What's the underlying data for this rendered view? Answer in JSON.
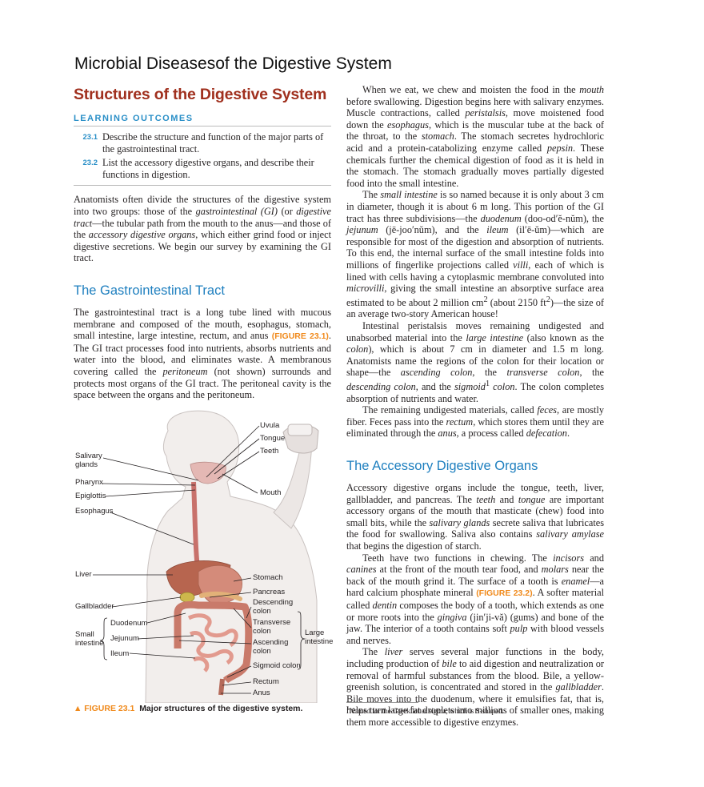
{
  "running_head": "Microbial Diseasesof the Digestive System",
  "section_title": "Structures of the Digestive System",
  "learning_outcomes": {
    "heading": "LEARNING OUTCOMES",
    "items": [
      {
        "num": "23.1",
        "text": "Describe the structure and function of the major parts of the gastrointestinal tract."
      },
      {
        "num": "23.2",
        "text": "List the accessory digestive organs, and describe their functions in digestion."
      }
    ]
  },
  "intro": {
    "t1": "Anatomists often divide the structures of the digestive system into two groups: those of the ",
    "e1": "gastrointestinal (GI)",
    "t2": " (or ",
    "e2": "digestive tract",
    "t3": "—the tubular path from the mouth to the anus—and those of the ",
    "e3": "accessory digestive organs",
    "t4": ", which either grind food or inject digestive secretions. We begin our survey by examining the GI tract."
  },
  "gi_heading": "The Gastrointestinal Tract",
  "gi_para": {
    "t1": "The gastrointestinal tract is a long tube lined with mucous membrane and composed of the mouth, esophagus, stomach, small intestine, large intestine, rectum, and anus ",
    "ref": "(FIGURE 23.1)",
    "t2": ". The GI tract processes food into nutrients, absorbs nutrients and water into the blood, and eliminates waste. A membranous covering called the ",
    "e1": "peritoneum",
    "t3": " (not shown) surrounds and protects most organs of the GI tract. The peritoneal cavity is the space between the organs and the peritoneum."
  },
  "figure": {
    "labels": {
      "uvula": "Uvula",
      "tongue": "Tongue",
      "teeth": "Teeth",
      "salivary1": "Salivary",
      "salivary2": "glands",
      "pharynx": "Pharynx",
      "epiglottis": "Epiglottis",
      "mouth": "Mouth",
      "esophagus": "Esophagus",
      "liver": "Liver",
      "stomach": "Stomach",
      "pancreas": "Pancreas",
      "gallbladder": "Gallbladder",
      "descending1": "Descending",
      "descending2": "colon",
      "duodenum": "Duodenum",
      "transverse1": "Transverse",
      "transverse2": "colon",
      "small1": "Small",
      "small2": "intestine",
      "jejunum": "Jejunum",
      "large1": "Large",
      "large2": "intestine",
      "ascending1": "Ascending",
      "ascending2": "colon",
      "ileum": "Ileum",
      "sigmoid": "Sigmoid colon",
      "rectum": "Rectum",
      "anus": "Anus"
    },
    "caption_num": "▲ FIGURE 23.1",
    "caption_text": "Major structures of the digestive system."
  },
  "right": {
    "p1": {
      "t1": "When we eat, we chew and moisten the food in the ",
      "e1": "mouth",
      "t2": " before swallowing. Digestion begins here with salivary enzymes. Muscle contractions, called ",
      "e2": "peristalsis",
      "t3": ", move moistened food down the ",
      "e3": "esophagus",
      "t4": ", which is the muscular tube at the back of the throat, to the ",
      "e4": "stomach",
      "t5": ". The stomach secretes hydrochloric acid and a protein-catabolizing enzyme called ",
      "e5": "pepsin",
      "t6": ". These chemicals further the chemical digestion of food as it is held in the stomach. The stomach gradually moves partially digested food into the small intestine."
    },
    "p2": {
      "t1": "The ",
      "e1": "small intestine",
      "t2": " is so named because it is only about 3 cm in diameter, though it is about 6 m long. This portion of the GI tract has three subdivisions—the ",
      "e2": "duodenum",
      "t3": " (doo-od′ĕ-nŭm), the ",
      "e3": "jejunum",
      "t4": " (jē-joo′nŭm), and the ",
      "e4": "ileum",
      "t5": " (il′ē-ŭm)—which are responsible for most of the digestion and absorption of nutrients. To this end, the internal surface of the small intestine folds into millions of fingerlike projections called ",
      "e5": "villi",
      "t6": ", each of which is lined with cells having a cytoplasmic membrane convoluted into ",
      "e6": "microvilli",
      "t7": ", giving the small intestine an absorptive surface area estimated to be about 2 million cm",
      "s1": "2",
      "t8": " (about 2150 ft",
      "s2": "2",
      "t9": ")—the size of an average two-story American house!"
    },
    "p3": {
      "t1": "Intestinal peristalsis moves remaining undigested and unabsorbed material into the ",
      "e1": "large intestine",
      "t2": " (also known as the ",
      "e2": "colon",
      "t3": "), which is about 7 cm in diameter and 1.5 m long. Anatomists name the regions of the colon for their location or shape—the ",
      "e3": "ascending colon",
      "t4": ", the ",
      "e4": "transverse colon",
      "t5": ", the ",
      "e5": "descending colon",
      "t6": ", and the ",
      "e6": "sigmoid",
      "s1": "1",
      "e7": " colon",
      "t7": ". The colon completes absorption of nutrients and water."
    },
    "p4": {
      "t1": "The remaining undigested materials, called ",
      "e1": "feces",
      "t2": ", are mostly fiber. Feces pass into the ",
      "e2": "rectum",
      "t3": ", which stores them until they are eliminated through the ",
      "e3": "anus",
      "t4": ", a process called ",
      "e4": "defecation",
      "t5": "."
    },
    "acc_heading": "The Accessory Digestive Organs",
    "p5": {
      "t1": "Accessory digestive organs include the tongue, teeth, liver, gallbladder, and pancreas. The ",
      "e1": "teeth",
      "t2": " and ",
      "e2": "tongue",
      "t3": " are important accessory organs of the mouth that masticate (chew) food into small bits, while the ",
      "e3": "salivary glands",
      "t4": " secrete saliva that lubricates the food for swallowing. Saliva also contains ",
      "e4": "salivary amylase",
      "t5": " that begins the digestion of starch."
    },
    "p6": {
      "t1": "Teeth have two functions in chewing. The ",
      "e1": "incisors",
      "t2": " and ",
      "e2": "canines",
      "t3": " at the front of the mouth tear food, and ",
      "e3": "molars",
      "t4": " near the back of the mouth grind it. The surface of a tooth is ",
      "e4": "enamel",
      "t5": "—a hard calcium phosphate mineral ",
      "ref": "(FIGURE 23.2)",
      "t6": ". A softer material called ",
      "e5": "dentin",
      "t7": " composes the body of a tooth, which extends as one or more roots into the ",
      "e6": "gingiva",
      "t8": " (jin′ji-vă) (gums) and bone of the jaw. The interior of a tooth contains soft ",
      "e7": "pulp",
      "t9": " with blood vessels and nerves."
    },
    "p7": {
      "t1": "The ",
      "e1": "liver",
      "t2": " serves several major functions in the body, including production of ",
      "e2": "bile",
      "t3": " to aid digestion and neutralization or removal of harmful substances from the blood. Bile, a yellow-greenish solution, is concentrated and stored in the ",
      "e3": "gallbladder",
      "t4": ". Bile moves into the duodenum, where it emulsifies fat, that is, helps turn large fat droplets into millions of smaller ones, making them more accessible to digestive enzymes."
    },
    "footnote": {
      "sup": "1",
      "text": "Named for the Greek letter sigma, which is S-shaped."
    }
  }
}
